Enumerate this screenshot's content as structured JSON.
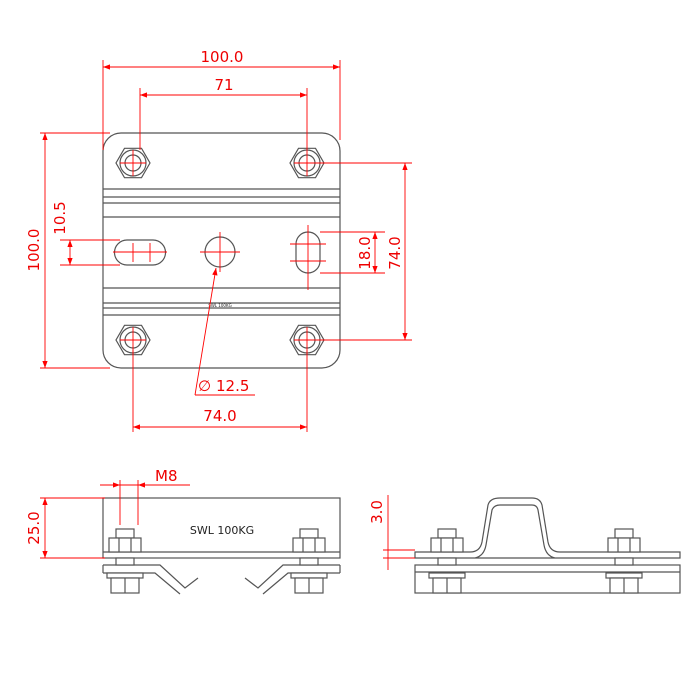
{
  "top_view": {
    "dims": {
      "overall_width": "100.0",
      "hole_spacing_x": "71",
      "slot_height": "10.5",
      "overall_height": "100.0",
      "slot_length": "18.0",
      "hole_spacing_y": "74.0",
      "center_hole": "12.5",
      "diameter_symbol": "∅",
      "bottom_spacing": "74.0"
    },
    "engraving": "SWL 100KG"
  },
  "side_view": {
    "dims": {
      "thread": "M8",
      "height": "25.0"
    },
    "label": "SWL 100KG"
  },
  "end_view": {
    "dims": {
      "thickness": "3.0"
    }
  },
  "colors": {
    "dimension": "#ff0000",
    "outline": "#555555"
  }
}
